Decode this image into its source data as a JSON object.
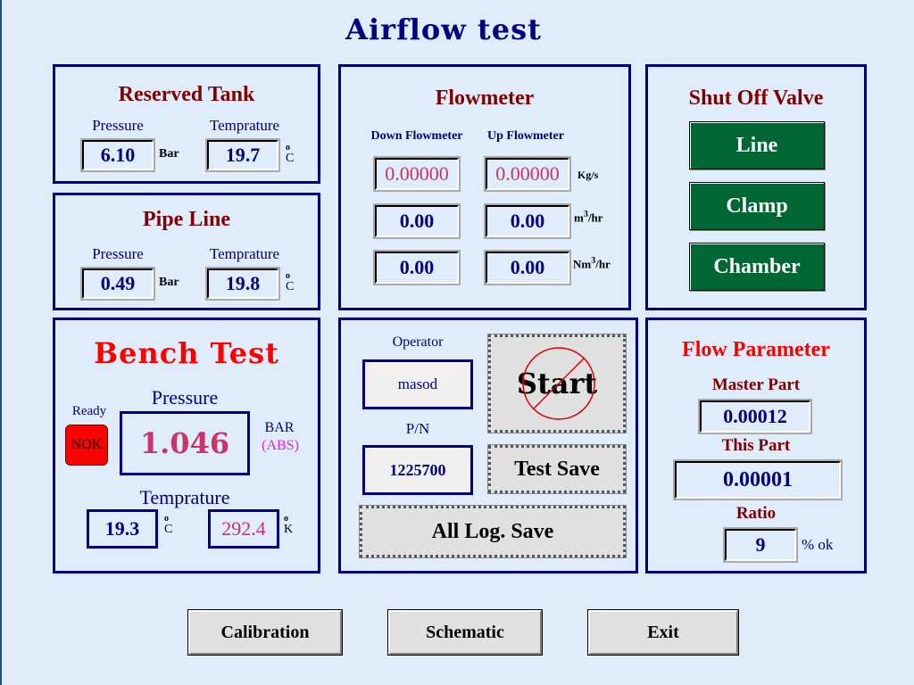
{
  "app_title": "Airflow test",
  "reserved_tank": {
    "title": "Reserved Tank",
    "pressure_label": "Pressure",
    "pressure_value": "6.10",
    "pressure_unit": "Bar",
    "temperature_label": "Temprature",
    "temperature_value": "19.7",
    "temperature_unit_deg": "o",
    "temperature_unit": "C"
  },
  "pipe_line": {
    "title": "Pipe Line",
    "pressure_label": "Pressure",
    "pressure_value": "0.49",
    "pressure_unit": "Bar",
    "temperature_label": "Temprature",
    "temperature_value": "19.8",
    "temperature_unit_deg": "o",
    "temperature_unit": "C"
  },
  "flowmeter": {
    "title": "Flowmeter",
    "down_label": "Down Flowmeter",
    "up_label": "Up Flowmeter",
    "rows": [
      {
        "down": "0.00000",
        "up": "0.00000",
        "unit": "Kg/s"
      },
      {
        "down": "0.00",
        "up": "0.00",
        "unit_pre": "m",
        "unit_sup": "3",
        "unit_post": "/hr"
      },
      {
        "down": "0.00",
        "up": "0.00",
        "unit_pre": "Nm",
        "unit_sup": "3",
        "unit_post": "/hr"
      }
    ]
  },
  "shut_off_valve": {
    "title": "Shut Off Valve",
    "buttons": [
      "Line",
      "Clamp",
      "Chamber"
    ],
    "color": "#006633"
  },
  "bench_test": {
    "title": "Bench Test",
    "ready_label": "Ready",
    "status": "NOK",
    "status_color": "#ff0000",
    "pressure_label": "Pressure",
    "pressure_value": "1.046",
    "pressure_unit": "BAR",
    "pressure_unit2": "(ABS)",
    "temperature_label": "Temprature",
    "temp_c_value": "19.3",
    "temp_c_deg": "o",
    "temp_c_unit": "C",
    "temp_k_value": "292.4",
    "temp_k_deg": "o",
    "temp_k_unit": "K"
  },
  "operation": {
    "operator_label": "Operator",
    "operator_value": "masod",
    "pn_label": "P/N",
    "pn_value": "1225700",
    "start_label": "Start",
    "test_save_label": "Test Save",
    "all_log_save_label": "All Log. Save"
  },
  "flow_parameter": {
    "title": "Flow Parameter",
    "master_label": "Master Part",
    "master_value": "0.00012",
    "this_label": "This Part",
    "this_value": "0.00001",
    "ratio_label": "Ratio",
    "ratio_value": "9",
    "ratio_unit": "% ok"
  },
  "bottom_buttons": {
    "calibration": "Calibration",
    "schematic": "Schematic",
    "exit": "Exit"
  }
}
